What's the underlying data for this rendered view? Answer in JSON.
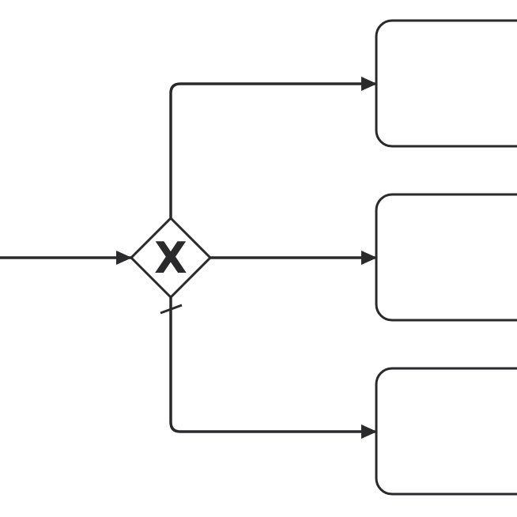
{
  "diagram": {
    "kind": "bpmn-exclusive-gateway",
    "gateway": {
      "type": "exclusive",
      "marker": "X",
      "icon": "gateway-diamond-icon"
    },
    "incoming_flows": 1,
    "outgoing_flows": 3,
    "default_flow": "bottom",
    "tasks": [
      {
        "id": "task-top",
        "label": ""
      },
      {
        "id": "task-middle",
        "label": ""
      },
      {
        "id": "task-bottom",
        "label": ""
      }
    ],
    "colors": {
      "stroke": "#2a2a2d",
      "background": "#ffffff"
    }
  }
}
